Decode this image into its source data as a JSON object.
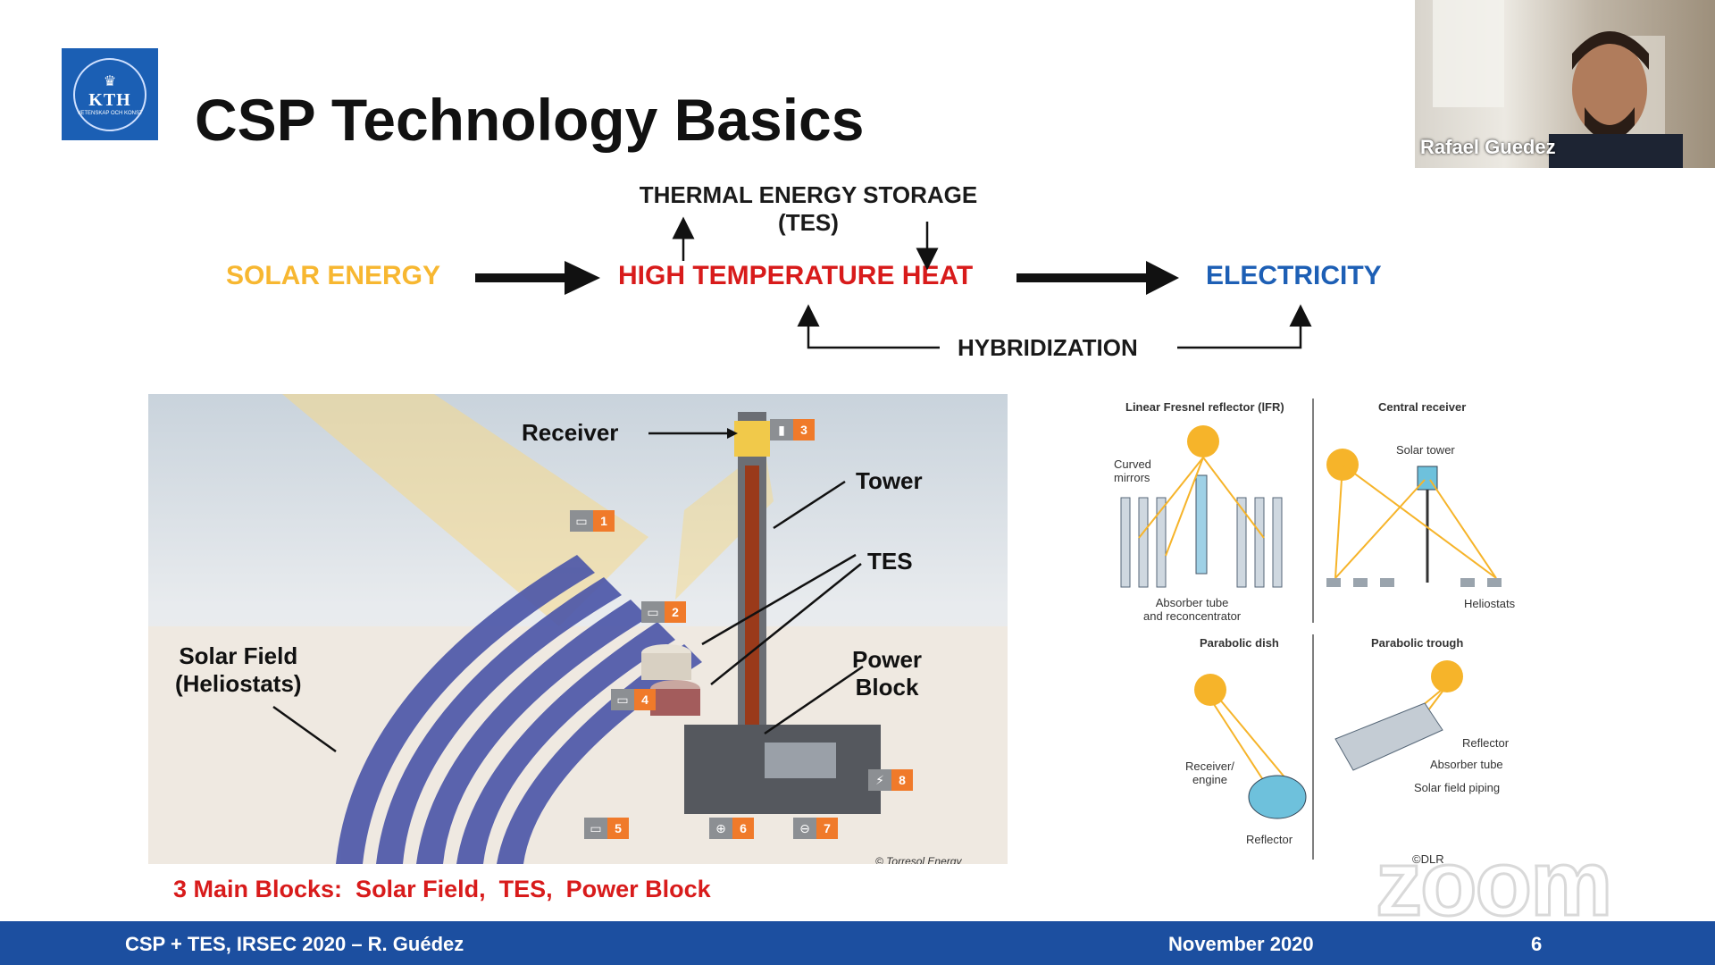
{
  "slide": {
    "logo": {
      "text": "KTH",
      "subtext": "VETENSKAP OCH KONST"
    },
    "title": "CSP Technology Basics",
    "flow": {
      "solar": "SOLAR ENERGY",
      "heat": "HIGH TEMPERATURE HEAT",
      "electricity": "ELECTRICITY",
      "tes_line1": "THERMAL ENERGY STORAGE",
      "tes_line2": "(TES)",
      "hybridization": "HYBRIDIZATION"
    },
    "plant": {
      "receiver": "Receiver",
      "tower": "Tower",
      "tes": "TES",
      "solar_field_line1": "Solar Field",
      "solar_field_line2": "(Heliostats)",
      "power_line1": "Power",
      "power_line2": "Block",
      "credit": "© Torresol Energy",
      "tags": [
        "1",
        "2",
        "3",
        "4",
        "5",
        "6",
        "7",
        "8"
      ]
    },
    "diagrams": {
      "fresnel_title": "Linear Fresnel reflector (lFR)",
      "central_title": "Central receiver",
      "dish_title": "Parabolic dish",
      "trough_title": "Parabolic trough",
      "curved_mirrors_1": "Curved",
      "curved_mirrors_2": "mirrors",
      "absorber_1": "Absorber tube",
      "absorber_2": "and reconcentrator",
      "solar_tower": "Solar tower",
      "heliostats": "Heliostats",
      "receiver_engine_1": "Receiver/",
      "receiver_engine_2": "engine",
      "reflector_dish": "Reflector",
      "reflector_trough": "Reflector",
      "absorber_tube": "Absorber tube",
      "solar_field_piping": "Solar field piping",
      "source": "©DLR"
    },
    "main_blocks": "3 Main Blocks:  Solar Field,  TES,  Power Block",
    "footer": {
      "left": "CSP + TES, IRSEC 2020 – R. Guédez",
      "date": "November 2020",
      "page": "6"
    }
  },
  "meeting": {
    "participant_name": "Rafael Guedez",
    "watermark": "zoom"
  },
  "colors": {
    "solar": "#f7b731",
    "heat": "#d81b1b",
    "electricity": "#1d5fb5",
    "footer": "#1c4fa0",
    "accent_orange": "#f07a2a"
  }
}
